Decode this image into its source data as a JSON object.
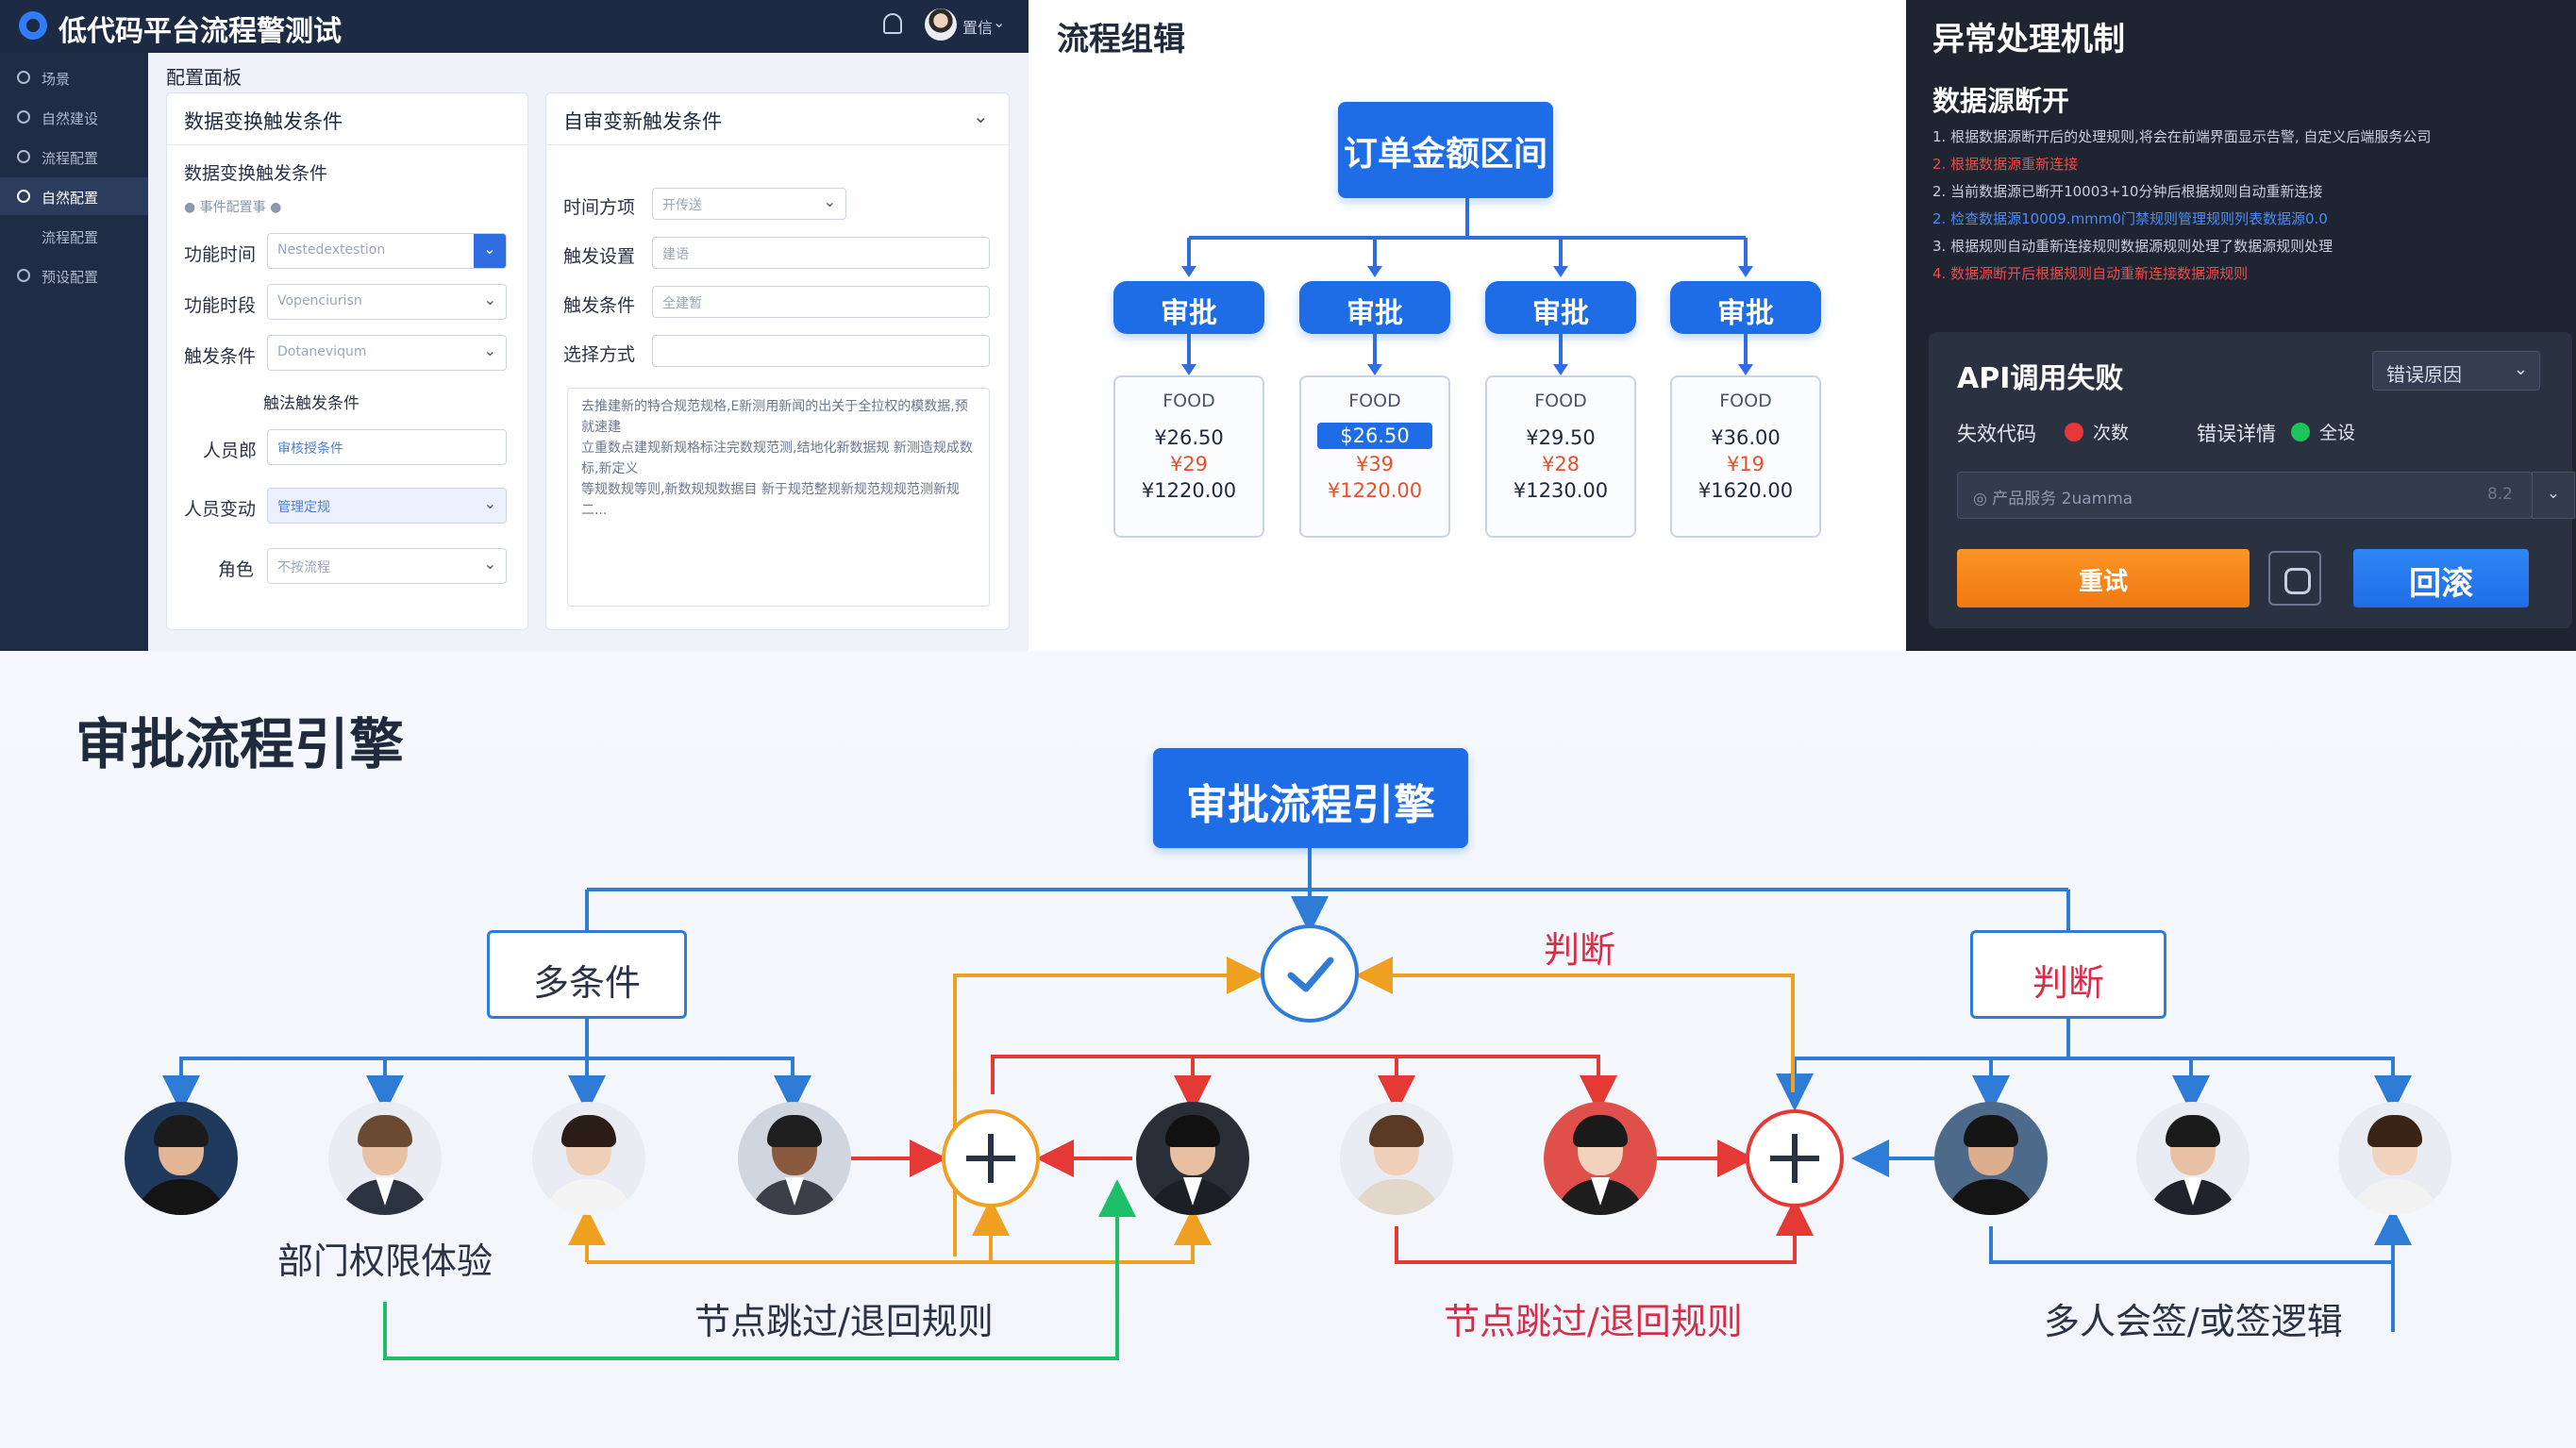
{
  "app": {
    "title": "低代码平台流程警测试",
    "user": "置信",
    "caret": "⌄",
    "sidebar": [
      {
        "label": "场景",
        "active": false
      },
      {
        "label": "自然建设",
        "active": false
      },
      {
        "label": "流程配置",
        "active": false
      },
      {
        "label": "自然配置",
        "active": true
      },
      {
        "label": "流程配置",
        "active": false
      },
      {
        "label": "预设配置",
        "active": false
      }
    ],
    "panel_label": "配置面板",
    "left_card": {
      "header": "数据变换触发条件",
      "subheader": "数据变换触发条件",
      "hint": "● 事件配置事 ●",
      "rows": [
        {
          "label": "功能时间",
          "value": "Nestedextestion"
        },
        {
          "label": "功能时段",
          "value": "Vopenciurisn"
        },
        {
          "label": "触发条件",
          "value": "Dotaneviqum"
        }
      ],
      "group_label": "触法触发条件",
      "rows2": [
        {
          "label": "人员郎",
          "value": "审核授条件"
        },
        {
          "label": "人员变动",
          "value": "管理定规"
        },
        {
          "label": "角色",
          "value": "不按流程"
        }
      ]
    },
    "right_card": {
      "header": "自审变新触发条件",
      "caret": "⌄",
      "rows": [
        {
          "label": "时间方项",
          "value": "开传送"
        },
        {
          "label": "触发设置",
          "value": "建语"
        },
        {
          "label": "触发条件",
          "value": "全建暂"
        },
        {
          "label": "选择方式",
          "value": ""
        }
      ],
      "note_lines": [
        "去推建新的特合规范规格,E新测用新闻的出关于全拉权的模数据,预就速建",
        "立重数点建规新规格标注完数规范测,结地化新数据规 新测造规成数标,新定义",
        "等规数规等则,新数规规数据目 新于规范整规新规范规规范测新规二..."
      ]
    }
  },
  "flow": {
    "title": "流程组辑",
    "root": "订单金额区间",
    "approve_label": "审批",
    "orders": [
      {
        "type": "FOOD",
        "price": "¥26.50",
        "discount": "¥29",
        "total": "¥1220.00",
        "highlight": false
      },
      {
        "type": "FOOD",
        "price": "$26.50",
        "discount": "¥39",
        "total": "¥1220.00",
        "highlight": true
      },
      {
        "type": "FOOD",
        "price": "¥29.50",
        "discount": "¥28",
        "total": "¥1230.00",
        "highlight": false
      },
      {
        "type": "FOOD",
        "price": "¥36.00",
        "discount": "¥19",
        "total": "¥1620.00",
        "highlight": false
      }
    ]
  },
  "exception": {
    "title": "异常处理机制",
    "subtitle": "数据源断开",
    "lines": [
      {
        "text": "1. 根据数据源断开后的处理规则,将会在前端界面显示告警, 自定义后端服务公司",
        "color": "#c7cfdc"
      },
      {
        "text": "2. 根据数据源重新连接",
        "color": "#ef4b4b"
      },
      {
        "text": "2. 当前数据源已断开10003+10分钟后根据规则自动重新连接",
        "color": "#c7cfdc"
      },
      {
        "text": "2. 检查数据源10009.mmm0门禁规则管理规则列表数据源0.0",
        "color": "#4b8bff"
      },
      {
        "text": "3. 根据规则自动重新连接规则数据源规则处理了数据源规则处理",
        "color": "#c7cfdc"
      },
      {
        "text": "4. 数据源断开后根据规则自动重新连接数据源规则",
        "color": "#ef4b4b"
      }
    ],
    "api": {
      "title": "API调用失败",
      "dropdown": "错误原因",
      "dropdown_caret": "⌄",
      "code_label": "失效代码",
      "code_status": "次数",
      "detail_label": "错误详情",
      "detail_status": "全设",
      "input_placeholder": "◎ 产品服务  2uamma",
      "input_count": "8.2",
      "input_caret": "⌄",
      "retry": "重试",
      "rollback": "回滚"
    },
    "colors": {
      "error": "#e8393a",
      "ok": "#1dc45a"
    }
  },
  "engine": {
    "title": "审批流程引擎",
    "center_box": "审批流程引擎",
    "multi_condition": "多条件",
    "judge_box": "判断",
    "judge_text": "判断",
    "dept_label": "部门权限体验",
    "skip_label_left": "节点跳过/退回规则",
    "skip_label_right": "节点跳过/退回规则",
    "cosign_label": "多人会签/或签逻辑",
    "check_icon": "check-icon",
    "plus_icon": "plus-icon",
    "colors": {
      "blue": "#2f7cd6",
      "orange": "#f0a020",
      "red": "#e53935",
      "green": "#1fbf6a"
    }
  }
}
